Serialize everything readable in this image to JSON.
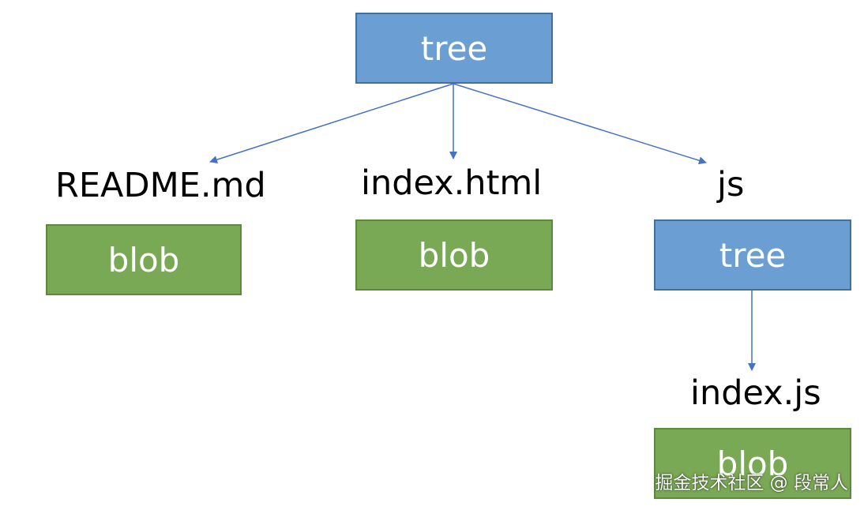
{
  "nodes": {
    "root": {
      "kind": "tree",
      "label": "tree"
    },
    "readme": {
      "name": "README.md",
      "kind": "blob",
      "label": "blob"
    },
    "index_html": {
      "name": "index.html",
      "kind": "blob",
      "label": "blob"
    },
    "js": {
      "name": "js",
      "kind": "tree",
      "label": "tree"
    },
    "index_js": {
      "name": "index.js",
      "kind": "blob",
      "label": "blob"
    }
  },
  "edges": [
    {
      "from": "root",
      "to": "readme"
    },
    {
      "from": "root",
      "to": "index_html"
    },
    {
      "from": "root",
      "to": "js"
    },
    {
      "from": "js",
      "to": "index_js"
    }
  ],
  "colors": {
    "tree_fill": "#6b9fd4",
    "tree_border": "#41719c",
    "blob_fill": "#7aa955",
    "blob_border": "#5b8a3c",
    "edge": "#4472c4"
  },
  "watermark": "掘金技术社区 @ 段常人"
}
